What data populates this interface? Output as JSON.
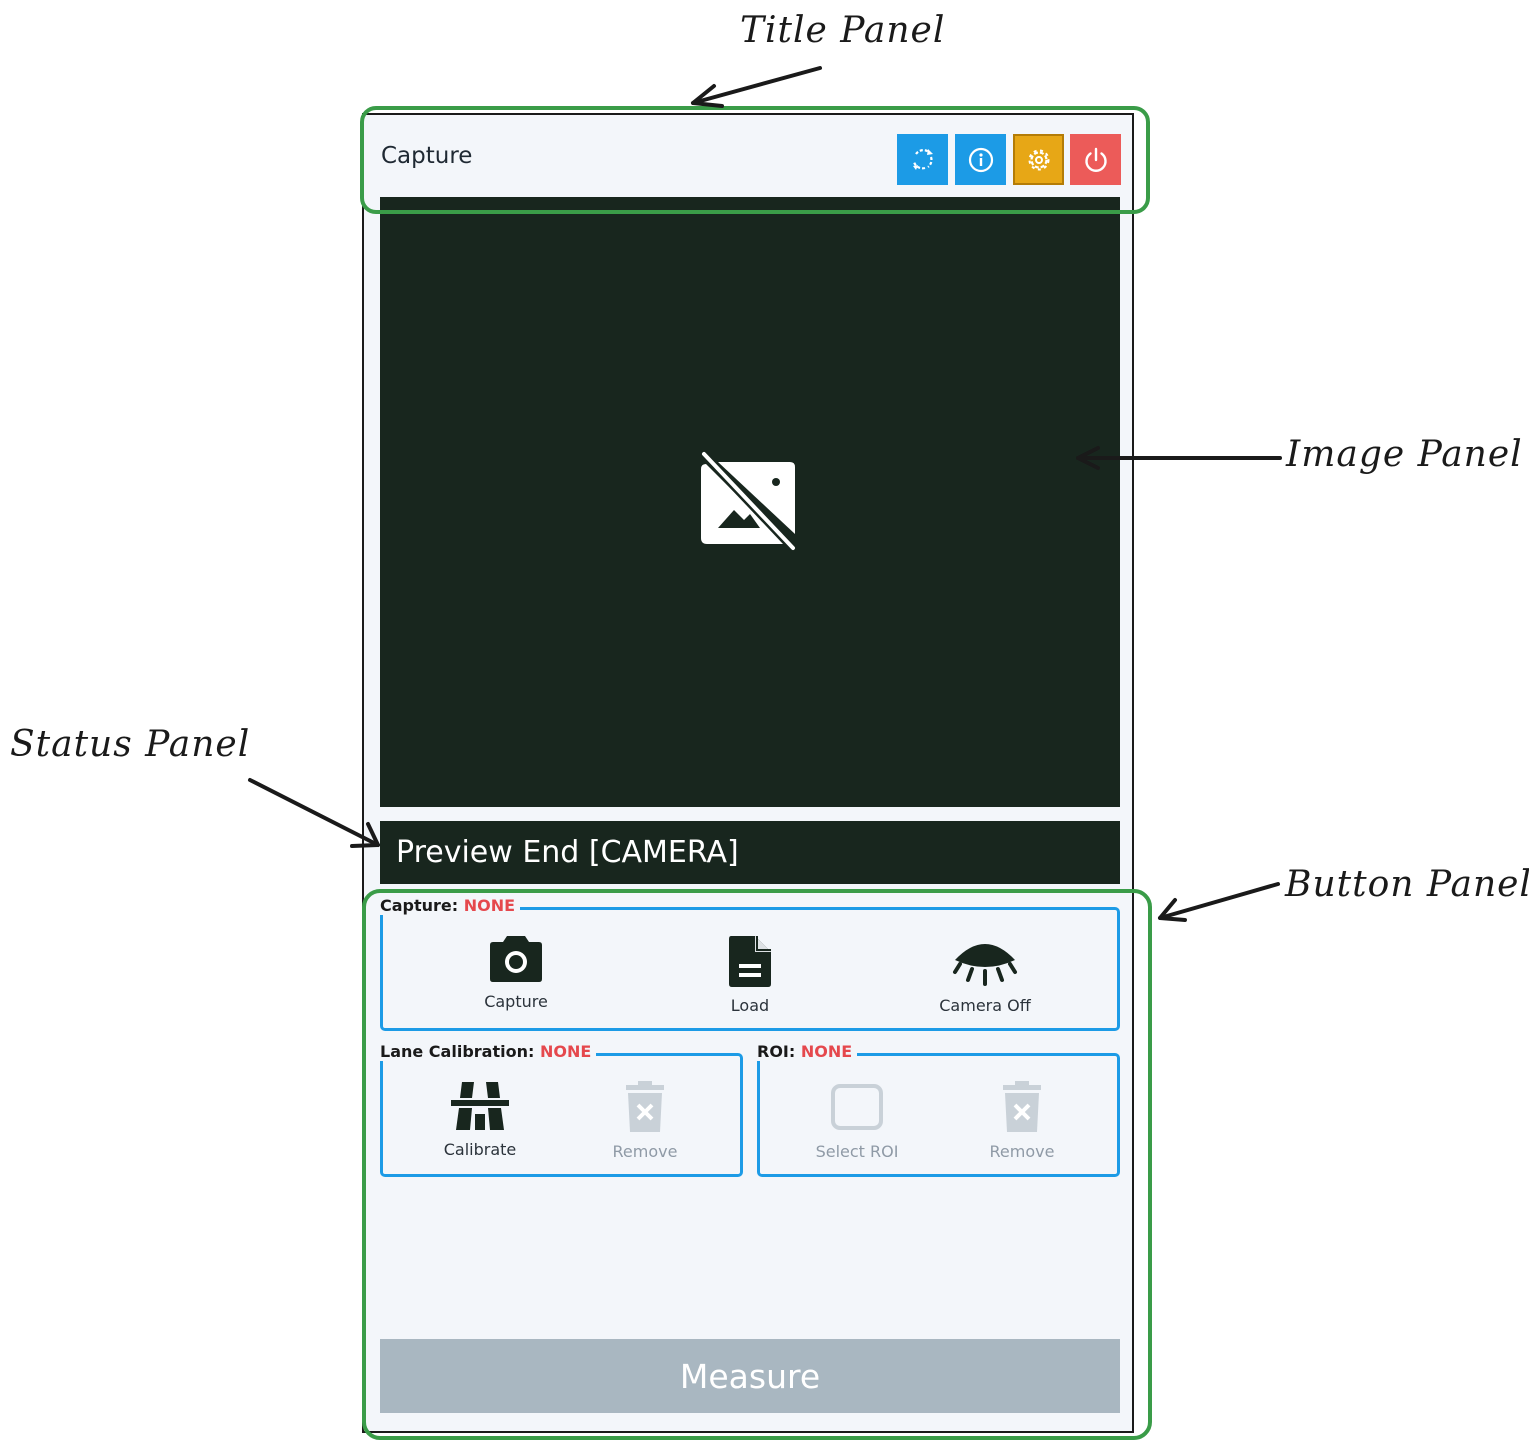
{
  "annotations": {
    "title_panel": "Title Panel",
    "image_panel": "Image Panel",
    "status_panel": "Status Panel",
    "button_panel": "Button Panel"
  },
  "app": {
    "title": "Capture",
    "title_buttons": [
      {
        "icon": "refresh-icon",
        "color": "#1c9be6"
      },
      {
        "icon": "info-icon",
        "color": "#1c9be6"
      },
      {
        "icon": "gear-icon",
        "color": "#e7a716"
      },
      {
        "icon": "power-icon",
        "color": "#ec5b59"
      }
    ],
    "image_placeholder_icon": "image-off-icon",
    "status_text": "Preview End [CAMERA]",
    "capture_group": {
      "legend_label": "Capture:",
      "legend_value": "NONE",
      "buttons": [
        {
          "label": "Capture",
          "icon": "camera-icon"
        },
        {
          "label": "Load",
          "icon": "file-icon"
        },
        {
          "label": "Camera Off",
          "icon": "eye-closed-icon"
        }
      ]
    },
    "lane_group": {
      "legend_label": "Lane Calibration:",
      "legend_value": "NONE",
      "buttons": [
        {
          "label": "Calibrate",
          "icon": "road-icon"
        },
        {
          "label": "Remove",
          "icon": "trash-icon"
        }
      ]
    },
    "roi_group": {
      "legend_label": "ROI:",
      "legend_value": "NONE",
      "buttons": [
        {
          "label": "Select ROI",
          "icon": "rectangle-icon"
        },
        {
          "label": "Remove",
          "icon": "trash-icon"
        }
      ]
    },
    "measure_label": "Measure"
  },
  "colors": {
    "panel_dark": "#18261e",
    "accent_blue": "#1c9be6",
    "annotation_green": "#3a9c48",
    "none_red": "#e5484d",
    "disabled_gray": "#a9b7c1"
  }
}
